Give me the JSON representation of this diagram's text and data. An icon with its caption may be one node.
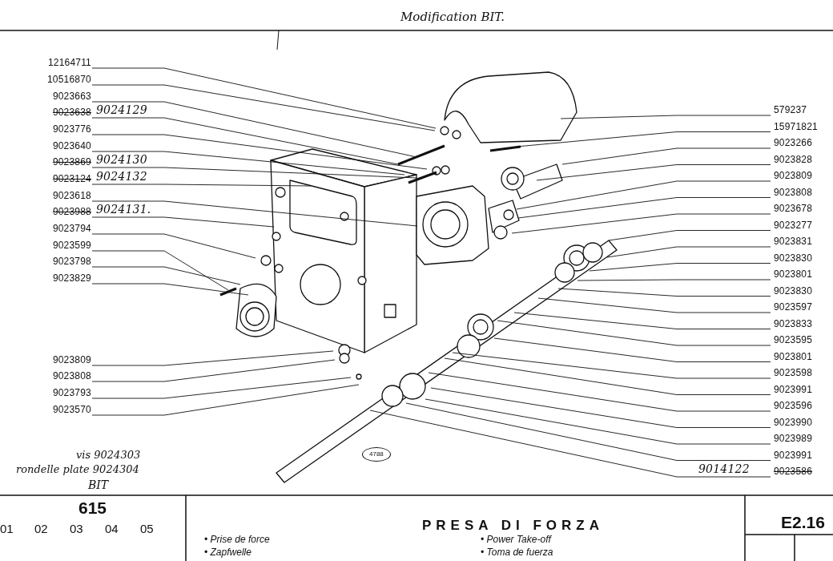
{
  "diagram": {
    "title": "PRESA DI FORZA",
    "nodes": [
      {
        "text": [
          "12164711"
        ]
      },
      {
        "text": [
          "10516870"
        ]
      },
      {
        "text": [
          "9023663"
        ]
      },
      {
        "text": [
          "9023638"
        ],
        "beside": [
          "9024129"
        ]
      },
      {
        "text": [
          "9023776"
        ]
      },
      {
        "text": [
          "9023640"
        ]
      },
      {
        "text": [
          "9023869"
        ],
        "beside": [
          "9024130"
        ]
      },
      {
        "text": [
          "9023124"
        ],
        "beside": [
          "9024132"
        ]
      },
      {
        "text": [
          "9023618"
        ]
      },
      {
        "text": [
          "9023988"
        ],
        "beside": [
          "9024131."
        ]
      },
      {
        "text": [
          "9023794"
        ]
      },
      {
        "text": [
          "9023599"
        ]
      },
      {
        "text": [
          "9023798"
        ]
      },
      {
        "text": [
          "9023829"
        ]
      },
      {
        "text": [
          "9023809"
        ]
      },
      {
        "text": [
          "9023808"
        ]
      },
      {
        "text": [
          "9023793"
        ]
      },
      {
        "text": [
          "9023570"
        ]
      },
      {
        "text": [
          "579237"
        ]
      },
      {
        "text": [
          "15971821"
        ]
      },
      {
        "text": [
          "9023266"
        ]
      },
      {
        "text": [
          "9023828"
        ]
      },
      {
        "text": [
          "9023809"
        ]
      },
      {
        "text": [
          "9023808"
        ]
      },
      {
        "text": [
          "9023678"
        ]
      },
      {
        "text": [
          "9023277"
        ]
      },
      {
        "text": [
          "9023831"
        ]
      },
      {
        "text": [
          "9023830"
        ]
      },
      {
        "text": [
          "9023801"
        ]
      },
      {
        "text": [
          "9023830"
        ]
      },
      {
        "text": [
          "9023597"
        ]
      },
      {
        "text": [
          "9023833"
        ]
      },
      {
        "text": [
          "9023595"
        ]
      },
      {
        "text": [
          "9023801"
        ]
      },
      {
        "text": [
          "9023598"
        ]
      },
      {
        "text": [
          "9023991"
        ]
      },
      {
        "text": [
          "9023596"
        ]
      },
      {
        "text": [
          "9023990"
        ]
      },
      {
        "text": [
          "9023989"
        ]
      },
      {
        "text": [
          "9023991"
        ]
      },
      {
        "text": [
          "9023586"
        ],
        "beside": [
          "9014122"
        ]
      },
      {
        "text": [
          "4788"
        ]
      }
    ],
    "edges": [
      {
        "from": 0,
        "to": null,
        "arrow": "none"
      },
      {
        "from": 1,
        "to": null,
        "arrow": "none"
      },
      {
        "from": 2,
        "to": null,
        "arrow": "none"
      },
      {
        "from": 3,
        "to": null,
        "arrow": "none"
      },
      {
        "from": 4,
        "to": null,
        "arrow": "none"
      },
      {
        "from": 5,
        "to": null,
        "arrow": "none"
      },
      {
        "from": 6,
        "to": null,
        "arrow": "none"
      },
      {
        "from": 7,
        "to": null,
        "arrow": "none"
      },
      {
        "from": 8,
        "to": null,
        "arrow": "none"
      },
      {
        "from": 9,
        "to": null,
        "arrow": "none"
      },
      {
        "from": 10,
        "to": null,
        "arrow": "none"
      },
      {
        "from": 11,
        "to": null,
        "arrow": "none"
      },
      {
        "from": 12,
        "to": null,
        "arrow": "none"
      },
      {
        "from": 13,
        "to": null,
        "arrow": "none"
      },
      {
        "from": 14,
        "to": null,
        "arrow": "none"
      },
      {
        "from": 15,
        "to": null,
        "arrow": "none"
      },
      {
        "from": 16,
        "to": null,
        "arrow": "none"
      },
      {
        "from": 17,
        "to": null,
        "arrow": "none"
      },
      {
        "from": 18,
        "to": null,
        "arrow": "none"
      },
      {
        "from": 19,
        "to": null,
        "arrow": "none"
      },
      {
        "from": 20,
        "to": null,
        "arrow": "none"
      },
      {
        "from": 21,
        "to": null,
        "arrow": "none"
      },
      {
        "from": 22,
        "to": null,
        "arrow": "none"
      },
      {
        "from": 23,
        "to": null,
        "arrow": "none"
      },
      {
        "from": 24,
        "to": null,
        "arrow": "none"
      },
      {
        "from": 25,
        "to": null,
        "arrow": "none"
      },
      {
        "from": 26,
        "to": null,
        "arrow": "none"
      },
      {
        "from": 27,
        "to": null,
        "arrow": "none"
      },
      {
        "from": 28,
        "to": null,
        "arrow": "none"
      },
      {
        "from": 29,
        "to": null,
        "arrow": "none"
      },
      {
        "from": 30,
        "to": null,
        "arrow": "none"
      },
      {
        "from": 31,
        "to": null,
        "arrow": "none"
      },
      {
        "from": 32,
        "to": null,
        "arrow": "none"
      },
      {
        "from": 33,
        "to": null,
        "arrow": "none"
      },
      {
        "from": 34,
        "to": null,
        "arrow": "none"
      },
      {
        "from": 35,
        "to": null,
        "arrow": "none"
      },
      {
        "from": 36,
        "to": null,
        "arrow": "none"
      },
      {
        "from": 37,
        "to": null,
        "arrow": "none"
      },
      {
        "from": 38,
        "to": null,
        "arrow": "none"
      },
      {
        "from": 39,
        "to": null,
        "arrow": "none"
      },
      {
        "from": 40,
        "to": null,
        "arrow": "none"
      }
    ],
    "labels": [
      "Modification BIT.",
      "vis 9024303",
      "rondelle plate 9024304",
      "BIT",
      "615",
      "01",
      "02",
      "03",
      "04",
      "05",
      "• Prise de force",
      "• Power Take-off",
      "• Zapfwelle",
      "• Toma de fuerza",
      "E2.16"
    ]
  }
}
